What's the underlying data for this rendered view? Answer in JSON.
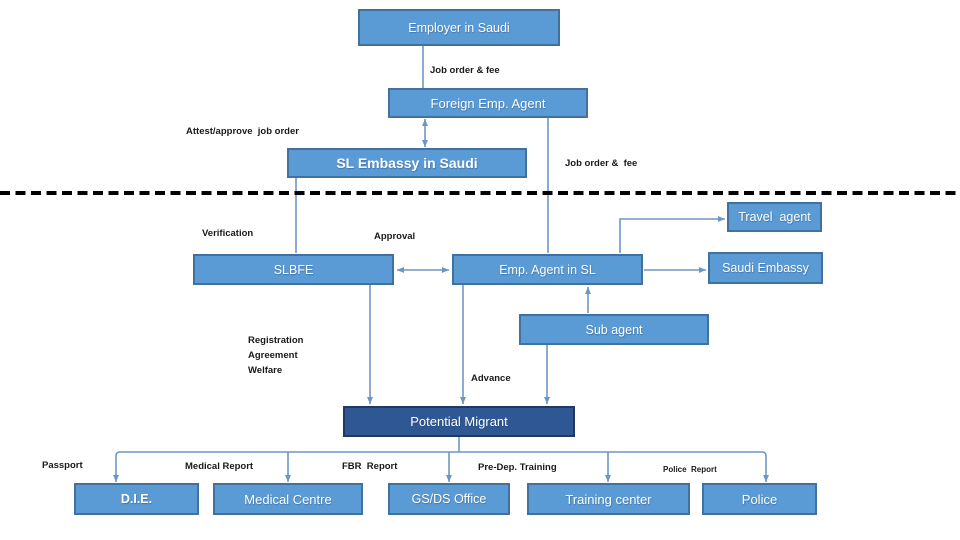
{
  "diagram": {
    "nodes": {
      "employer_saudi": {
        "label": "Employer in Saudi"
      },
      "foreign_emp_agent": {
        "label": "Foreign Emp. Agent"
      },
      "sl_embassy_saudi": {
        "label": "SL Embassy in Saudi"
      },
      "travel_agent": {
        "label": "Travel  agent"
      },
      "slbfe": {
        "label": "SLBFE"
      },
      "emp_agent_sl": {
        "label": "Emp. Agent in SL"
      },
      "saudi_embassy": {
        "label": "Saudi Embassy"
      },
      "sub_agent": {
        "label": "Sub agent"
      },
      "potential_migrant": {
        "label": "Potential Migrant"
      },
      "die": {
        "label": "D.I.E."
      },
      "medical_centre": {
        "label": "Medical Centre"
      },
      "gsds_office": {
        "label": "GS/DS Office"
      },
      "training_center": {
        "label": "Training center"
      },
      "police": {
        "label": "Police"
      }
    },
    "labels": {
      "job_order_fee_top": "Job order & fee",
      "attest_approve_job_order": "Attest/approve  job order",
      "job_order_fee_right": "Job order &  fee",
      "verification": "Verification",
      "approval": "Approval",
      "registration": "Registration",
      "agreement": "Agreement",
      "welfare": "Welfare",
      "advance": "Advance",
      "passport": "Passport",
      "medical_report": "Medical Report",
      "fbr_report": "FBR  Report",
      "pre_dep_training": "Pre-Dep. Training",
      "police_report": "Police  Report"
    },
    "colors": {
      "node_fill": "#5B9BD5",
      "node_border": "#41719C",
      "dark_node_fill": "#2E5793",
      "dark_node_border": "#1F3864",
      "connector": "#6E96C4",
      "divider": "#000000",
      "node_text": "#FFFFFF",
      "label_text": "#1A1A1A"
    }
  }
}
